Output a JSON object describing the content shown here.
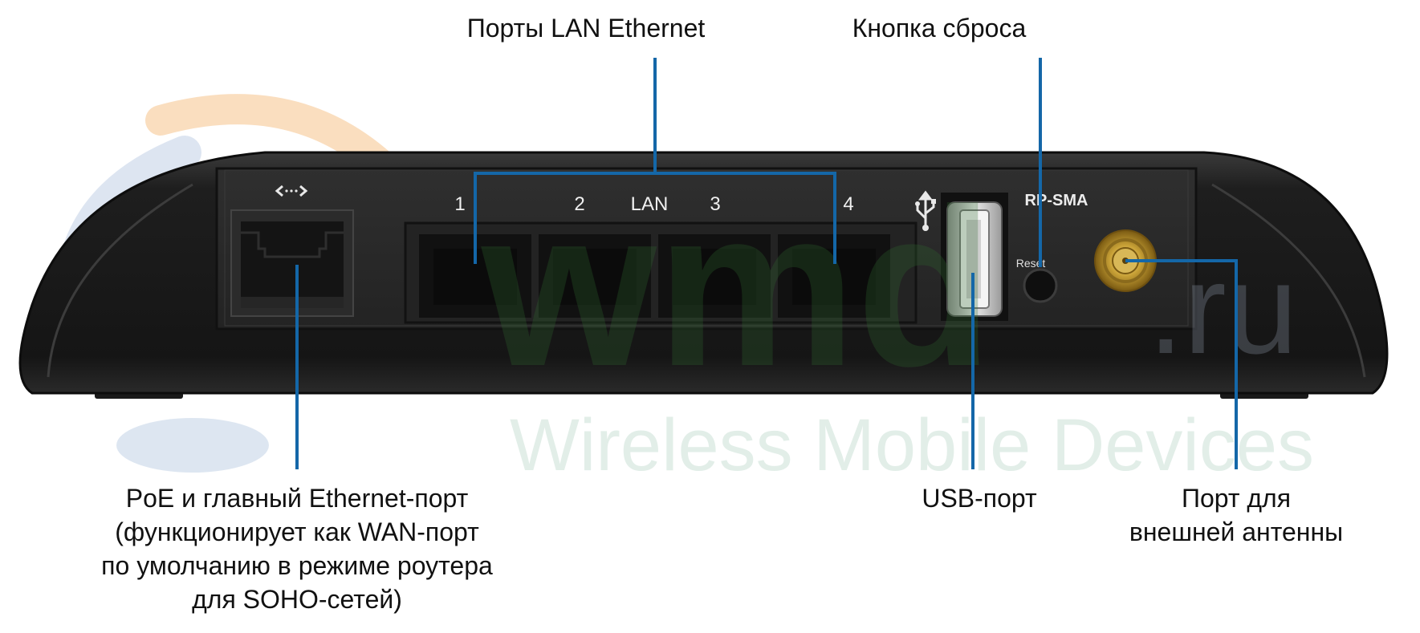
{
  "watermark": {
    "logo_text": "wmd",
    "domain_suffix": ".ru",
    "tagline": "Wireless Mobile Devices"
  },
  "device": {
    "lan_label": "LAN",
    "port_numbers": [
      "1",
      "2",
      "3",
      "4"
    ],
    "antenna_connector_label": "RP-SMA",
    "reset_label": "Reset",
    "usb_symbol": "usb-trident-icon",
    "poe_symbol": "ethernet-arrows-icon"
  },
  "callouts": {
    "lan_ports": "Порты LAN Ethernet",
    "reset_button": "Кнопка сброса",
    "poe_port": [
      "PoE и главный Ethernet-порт",
      "(функционирует как WAN-порт",
      "по умолчанию в режиме роутера",
      "для SOHO-сетей)"
    ],
    "usb_port": "USB-порт",
    "antenna_port": [
      "Порт для",
      "внешней антенны"
    ]
  },
  "colors": {
    "callout_line": "#1467a8",
    "device_body": "#1c1c1c",
    "panel": "#2a2a2a",
    "watermark_green": "#2f6b2f",
    "watermark_orange": "#f2a24a",
    "watermark_blue": "#9fb6d8",
    "sma_gold": "#c9a237"
  }
}
